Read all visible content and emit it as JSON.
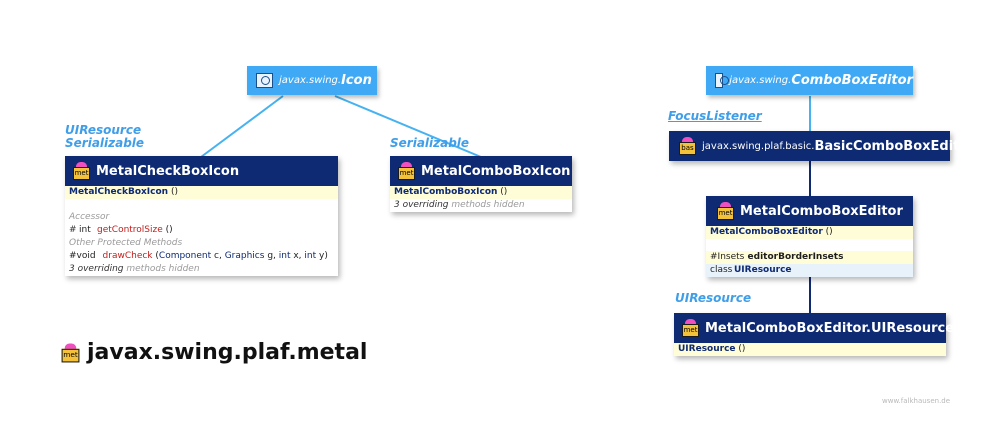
{
  "diagram": {
    "package_title": "javax.swing.plaf.metal",
    "watermark": "www.falkhausen.de",
    "package_icon_text": "met",
    "basic_icon_text": "bas",
    "interfaces": {
      "icon": {
        "pkg": "javax.swing.",
        "name": "Icon"
      },
      "combo_box_editor": {
        "pkg": "javax.swing.",
        "name": "ComboBoxEditor"
      }
    },
    "labels": {
      "checkbox_ui_resource": "UIResource",
      "checkbox_serializable": "Serializable",
      "combobox_serializable": "Serializable",
      "focus_listener": "FocusListener",
      "ui_resource": "UIResource"
    },
    "metal_check_box_icon": {
      "title": "MetalCheckBoxIcon",
      "ctor": "MetalCheckBoxIcon",
      "ctor_args": " ()",
      "section_accessor": "Accessor",
      "accessor_mod": "#",
      "accessor_type": "int",
      "accessor_name": "getControlSize",
      "accessor_args": " ()",
      "section_protected": "Other Protected Methods",
      "method_mod": "#",
      "method_type": "void",
      "method_name": "drawCheck",
      "method_args_1": " (",
      "method_arg_type_1": "Component",
      "method_args_2": " c, ",
      "method_arg_type_2": "Graphics",
      "method_args_3": " g, ",
      "method_arg_type_3": "int",
      "method_args_4": " x, ",
      "method_arg_type_4": "int",
      "method_args_5": " y)",
      "overriding": "3 overriding",
      "hidden": " methods hidden"
    },
    "metal_combo_box_icon": {
      "title": "MetalComboBoxIcon",
      "ctor": "MetalComboBoxIcon",
      "ctor_args": " ()",
      "overriding": "3 overriding",
      "hidden": " methods hidden"
    },
    "basic_combo_box_editor": {
      "pkg": "javax.swing.plaf.basic.",
      "title": "BasicComboBoxEditor"
    },
    "metal_combo_box_editor": {
      "title": "MetalComboBoxEditor",
      "ctor": "MetalComboBoxEditor",
      "ctor_args": " ()",
      "field_mod": "#",
      "field_type": "Insets",
      "field_name": "editorBorderInsets",
      "class_kw": "class",
      "class_name": "UIResource"
    },
    "metal_combo_box_editor_ui_resource": {
      "title": "MetalComboBoxEditor.UIResource",
      "ctor": "UIResource",
      "ctor_args": " ()"
    }
  },
  "colors": {
    "interface": "#3fa9f5",
    "class_header": "#0e2a73",
    "constructor_row": "#fffdd8",
    "label": "#3f9ee8",
    "method_name": "#c0201d"
  }
}
